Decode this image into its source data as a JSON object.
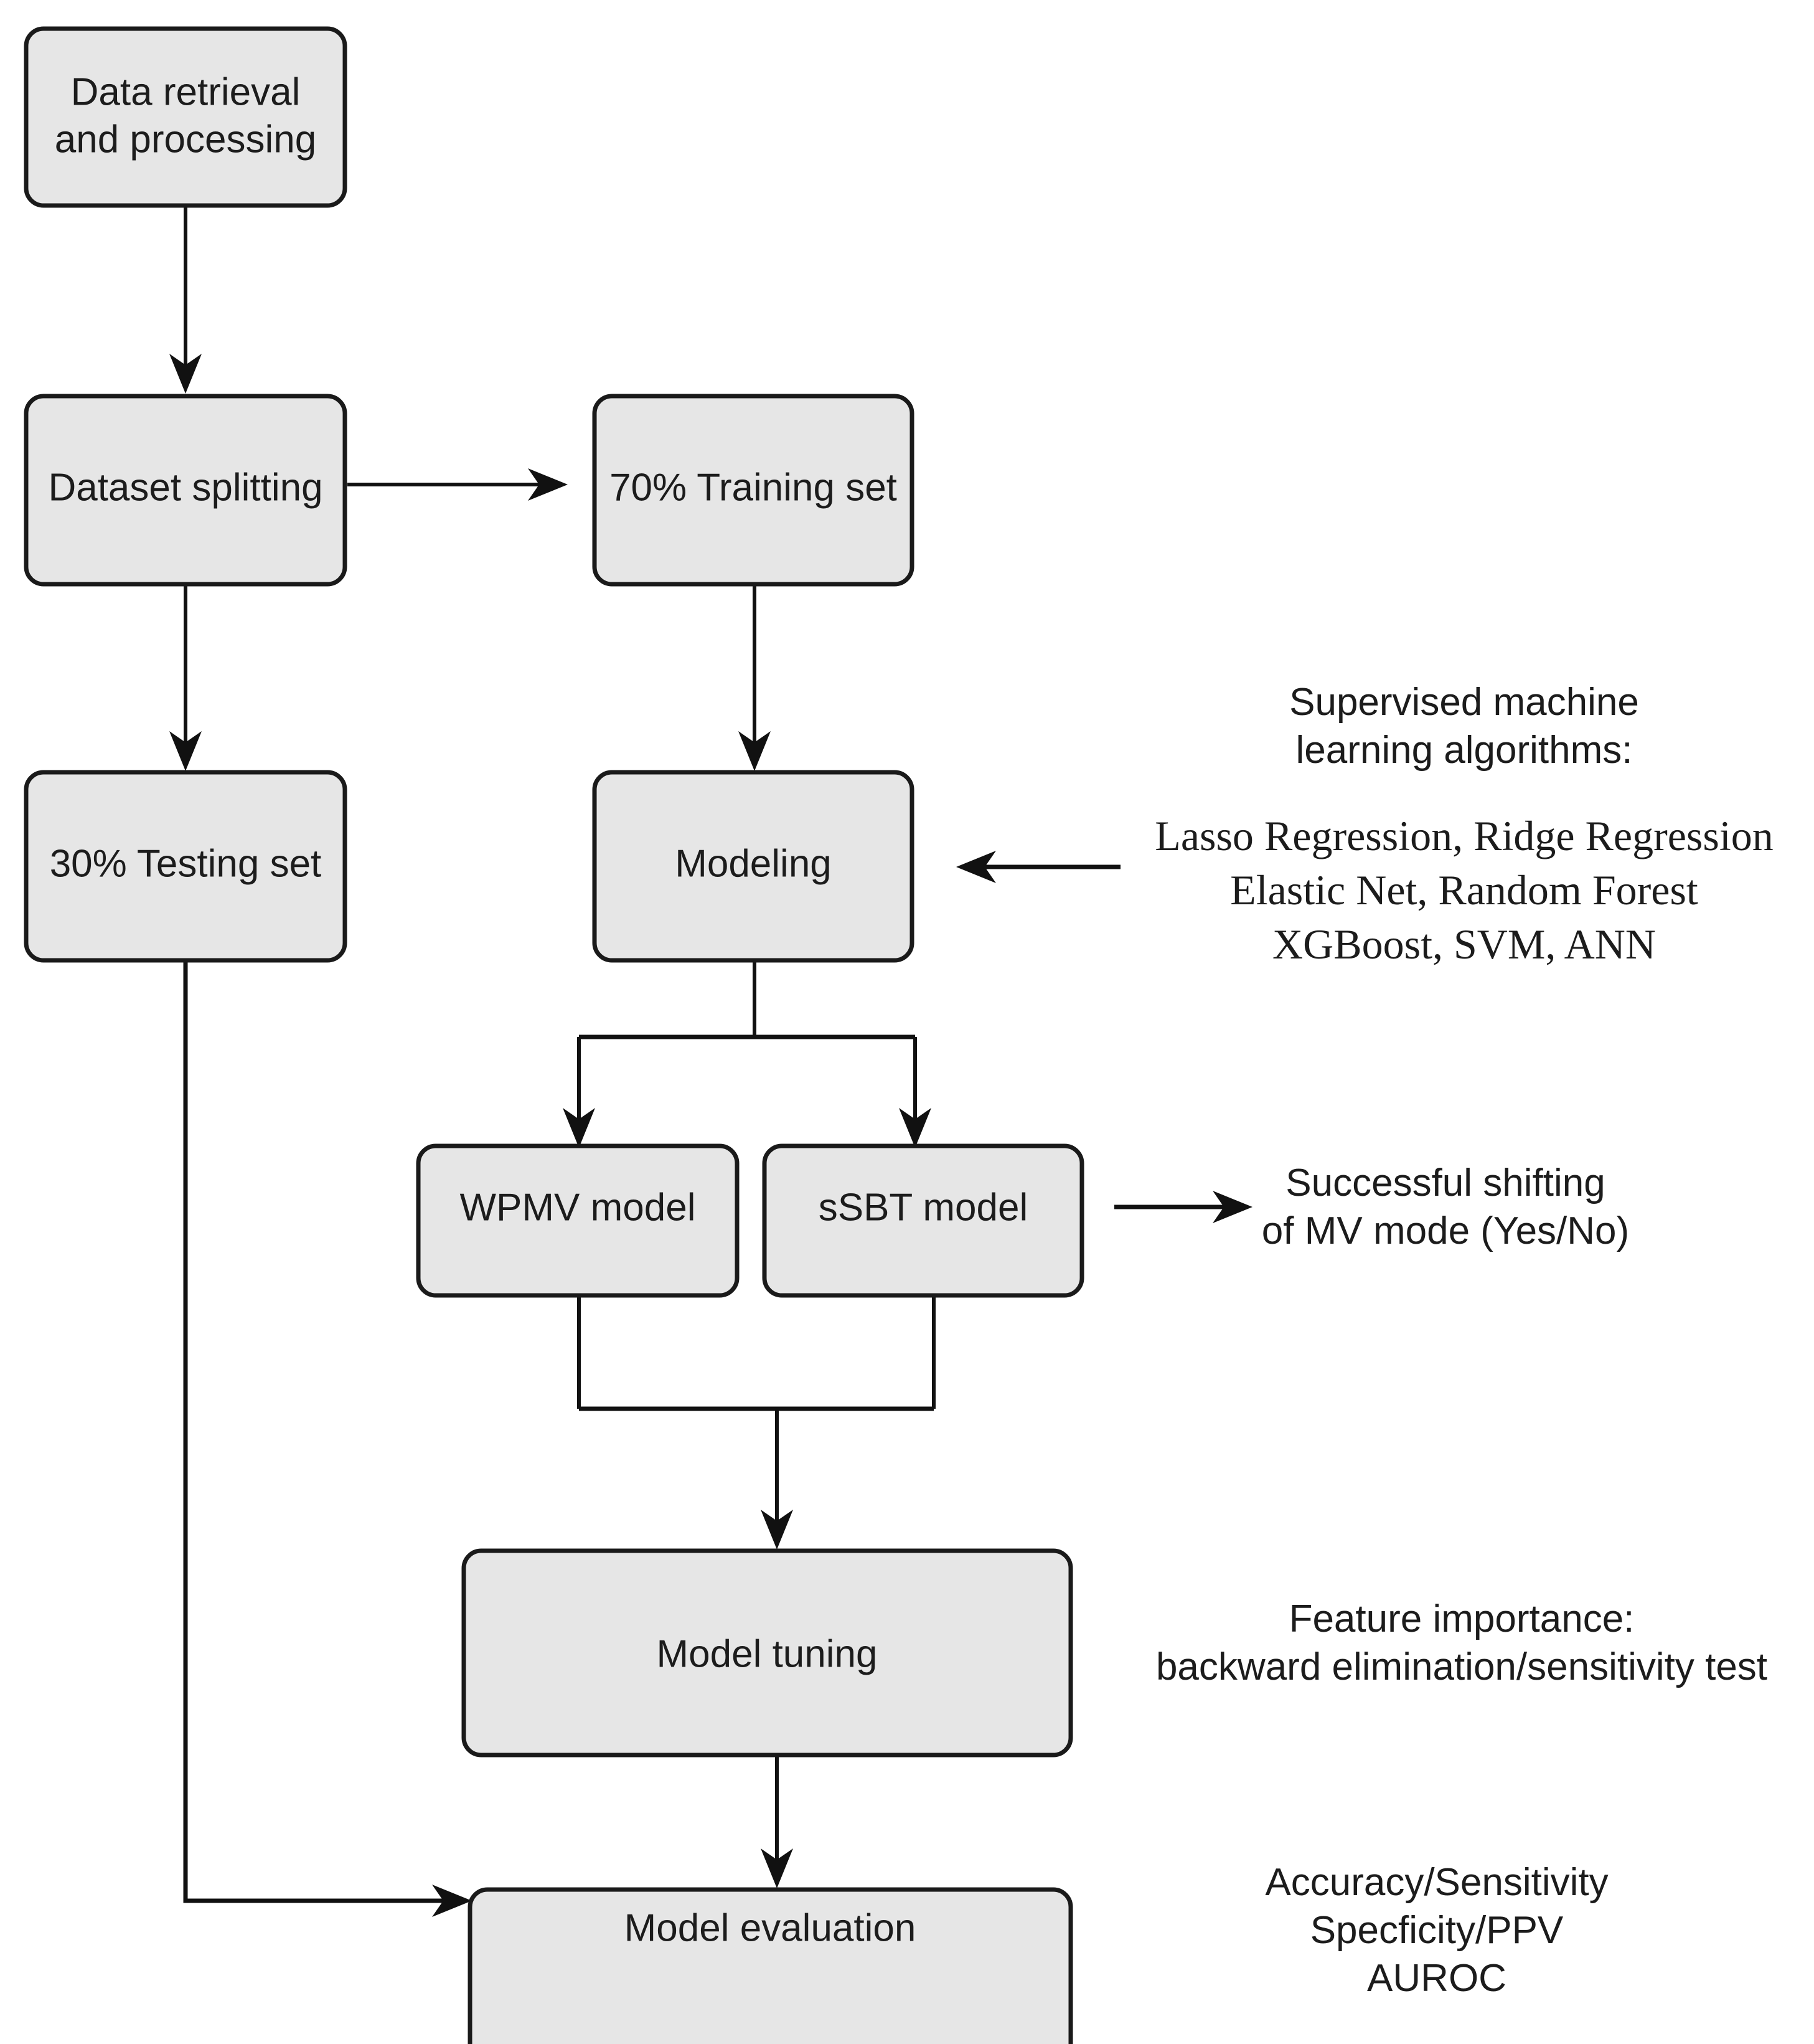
{
  "diagram": {
    "type": "flowchart",
    "title": "Machine learning pipeline flowchart",
    "background_color": "#ffffff",
    "node_fill_color": "#e6e6e6",
    "node_stroke_color": "#1a1a1a",
    "edge_color": "#111111",
    "nodes": [
      {
        "id": "data-retrieval",
        "label_line1": "Data retrieval",
        "label_line2": "and processing"
      },
      {
        "id": "dataset-splitting",
        "label": "Dataset splitting"
      },
      {
        "id": "training-set",
        "label": "70% Training set"
      },
      {
        "id": "testing-set",
        "label": "30% Testing set"
      },
      {
        "id": "modeling",
        "label": "Modeling"
      },
      {
        "id": "wpmv-model",
        "label": "WPMV model"
      },
      {
        "id": "ssbt-model",
        "label": "sSBT model"
      },
      {
        "id": "model-tuning",
        "label": "Model tuning"
      },
      {
        "id": "model-evaluation",
        "label": "Model evaluation"
      }
    ],
    "annotations": {
      "algorithms": {
        "heading_line1": "Supervised machine",
        "heading_line2": "learning algorithms:",
        "list_line1": "Lasso Regression, Ridge Regression",
        "list_line2": "Elastic Net, Random Forest",
        "list_line3": "XGBoost, SVM, ANN"
      },
      "outcome": {
        "line1": "Successful shifting",
        "line2": "of MV mode (Yes/No)"
      },
      "feature_importance": {
        "line1": "Feature importance:",
        "line2": "backward elimination/sensitivity test"
      },
      "metrics": {
        "line1": "Accuracy/Sensitivity",
        "line2": "Specficity/PPV",
        "line3": "AUROC"
      }
    },
    "edges": [
      {
        "from": "data-retrieval",
        "to": "dataset-splitting",
        "kind": "vertical-arrow"
      },
      {
        "from": "dataset-splitting",
        "to": "training-set",
        "kind": "horizontal-arrow"
      },
      {
        "from": "dataset-splitting",
        "to": "testing-set",
        "kind": "vertical-arrow"
      },
      {
        "from": "training-set",
        "to": "modeling",
        "kind": "vertical-arrow"
      },
      {
        "from": "algorithms-annotation",
        "to": "modeling",
        "kind": "horizontal-arrow-left"
      },
      {
        "from": "modeling",
        "to": "wpmv-model",
        "kind": "split-arrow"
      },
      {
        "from": "modeling",
        "to": "ssbt-model",
        "kind": "split-arrow"
      },
      {
        "from": "ssbt-model",
        "to": "outcome-annotation",
        "kind": "horizontal-arrow"
      },
      {
        "from": "wpmv-model",
        "to": "model-tuning",
        "kind": "merge-arrow"
      },
      {
        "from": "ssbt-model",
        "to": "model-tuning",
        "kind": "merge-arrow"
      },
      {
        "from": "model-tuning",
        "to": "model-evaluation",
        "kind": "vertical-arrow"
      },
      {
        "from": "testing-set",
        "to": "model-evaluation",
        "kind": "elbow-arrow"
      }
    ]
  }
}
